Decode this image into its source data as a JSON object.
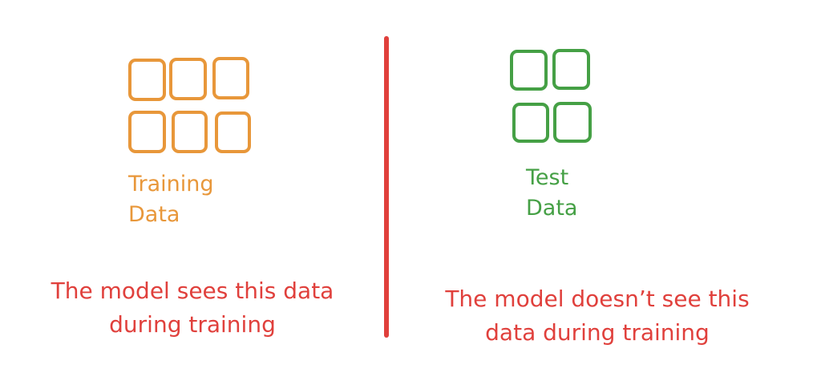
{
  "colors": {
    "training": "#e8973a",
    "test": "#45a045",
    "annotation": "#e0403c"
  },
  "training": {
    "label_line1": "Training",
    "label_line2": "Data",
    "caption_line1": "The model sees this data",
    "caption_line2": "during training"
  },
  "test": {
    "label_line1": "Test",
    "label_line2": "Data",
    "caption_line1": "The model doesn’t see this",
    "caption_line2": "data during training"
  }
}
